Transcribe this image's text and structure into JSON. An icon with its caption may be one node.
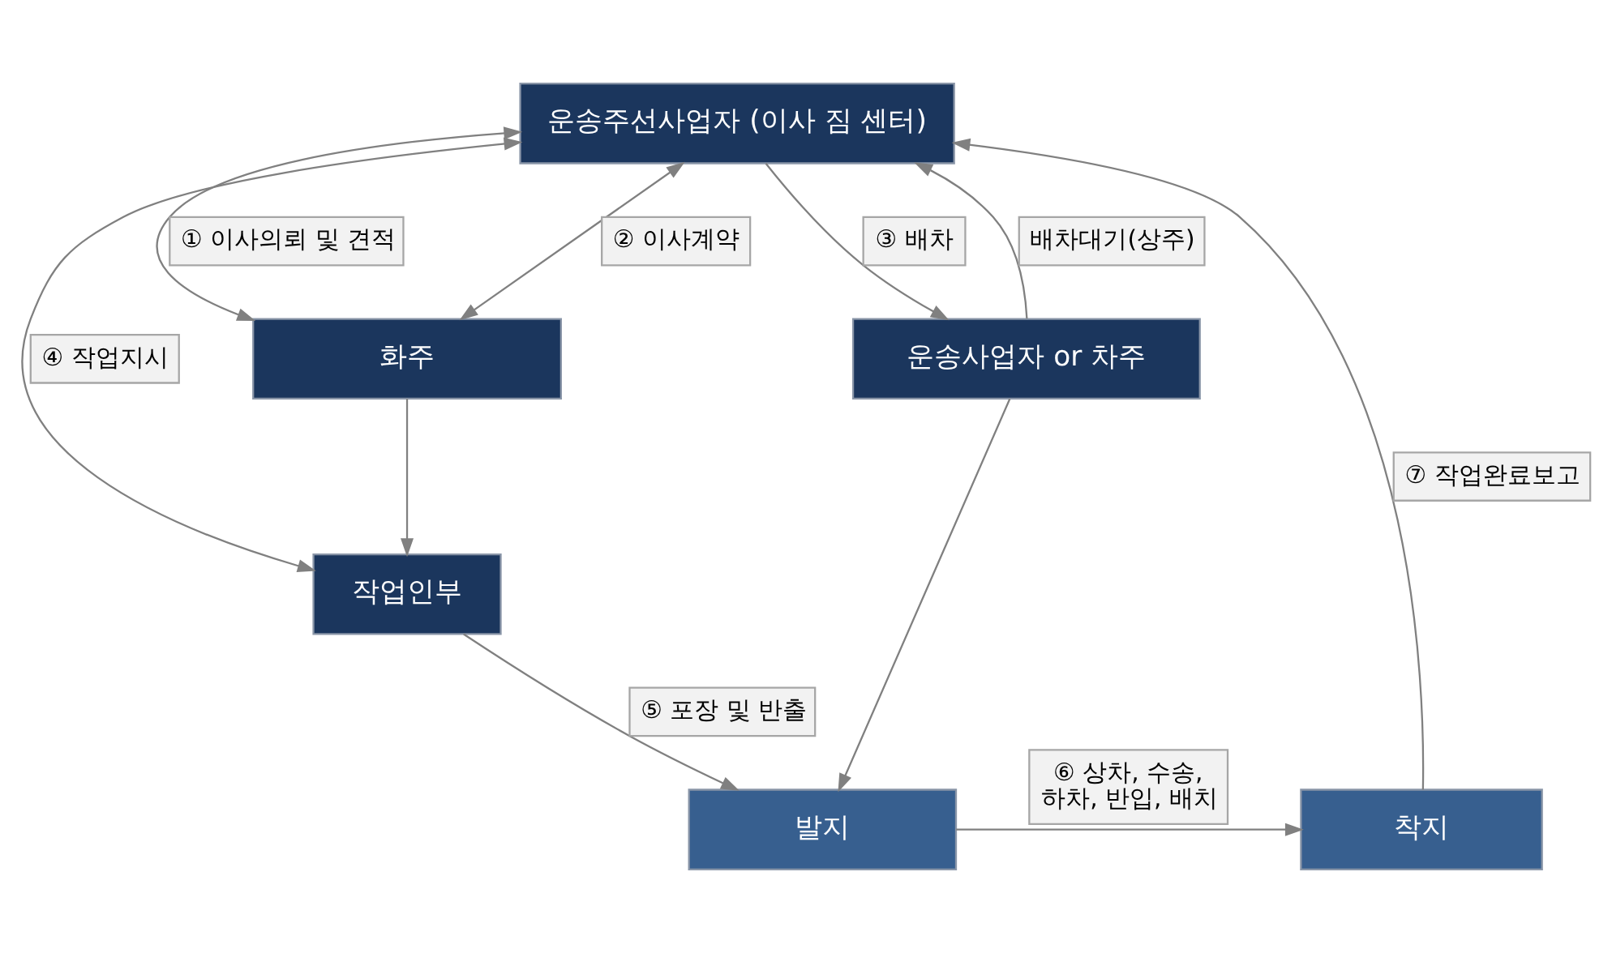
{
  "diagram": {
    "nodes": [
      {
        "text": [
          "운송주선사업자 (이사 짐 센터)"
        ]
      },
      {
        "text": [
          "화주"
        ]
      },
      {
        "text": [
          "운송사업자 or 차주"
        ]
      },
      {
        "text": [
          "작업인부"
        ]
      },
      {
        "text": [
          "발지"
        ]
      },
      {
        "text": [
          "착지"
        ]
      }
    ],
    "edges": [
      {
        "from": 1,
        "to": 0,
        "arrow": "both",
        "label": "① 이사의뢰 및 견적"
      },
      {
        "from": 1,
        "to": 0,
        "arrow": "both",
        "label": "② 이사계약"
      },
      {
        "from": 0,
        "to": 2,
        "arrow": "to",
        "label": "③ 배차"
      },
      {
        "from": 2,
        "to": 0,
        "arrow": "to",
        "label": "배차대기(상주)"
      },
      {
        "from": 0,
        "to": 3,
        "arrow": "both",
        "label": "④ 작업지시"
      },
      {
        "from": 1,
        "to": 3,
        "arrow": "to"
      },
      {
        "from": 3,
        "to": 4,
        "arrow": "to",
        "label": "⑤ 포장 및 반출"
      },
      {
        "from": 2,
        "to": 4,
        "arrow": "to"
      },
      {
        "from": 4,
        "to": 5,
        "arrow": "to",
        "label": "⑥ 상차, 수송, 하차, 반입, 배치"
      },
      {
        "from": 5,
        "to": 0,
        "arrow": "to",
        "label": "⑦ 작업완료보고"
      }
    ]
  }
}
